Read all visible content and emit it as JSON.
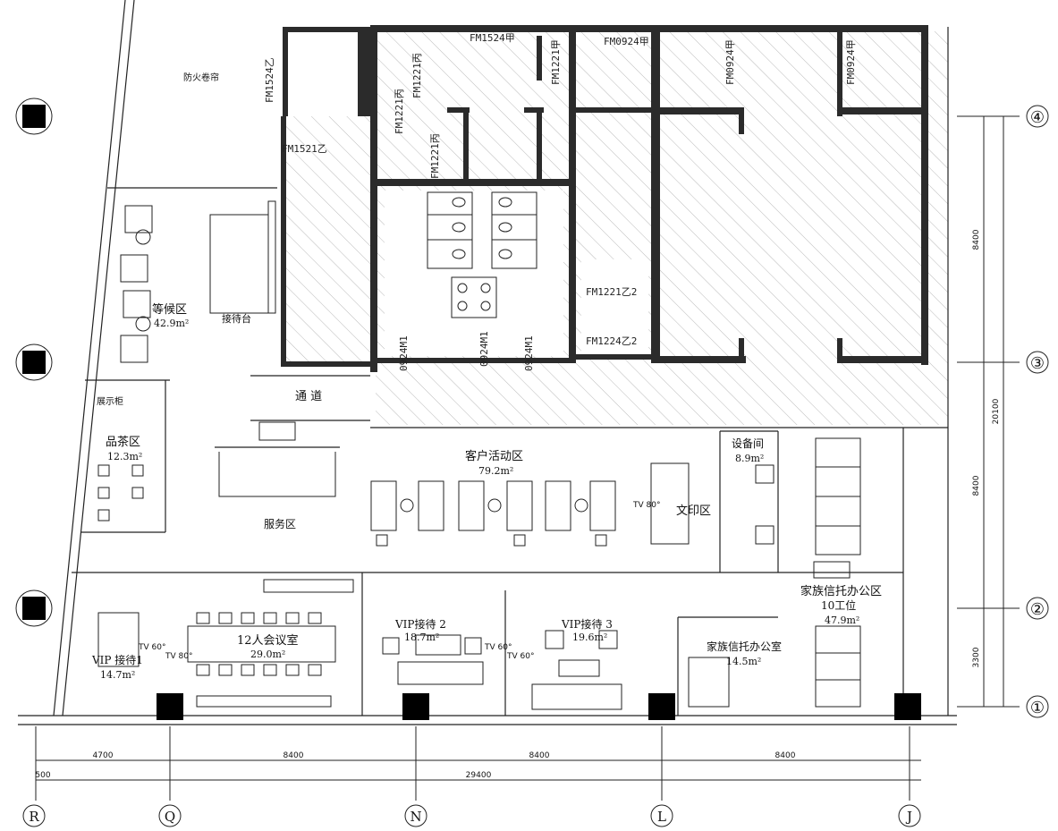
{
  "rooms": {
    "waiting": {
      "name": "等候区",
      "area": "42.9m²"
    },
    "reception": {
      "name": "接待台"
    },
    "fire_shutter": {
      "name": "防火卷帘"
    },
    "display": {
      "name": "展示柜"
    },
    "tea": {
      "name": "品茶区",
      "area": "12.3m²"
    },
    "corridor": {
      "name": "通 道"
    },
    "service": {
      "name": "服务区"
    },
    "activity": {
      "name": "客户活动区",
      "area": "79.2m²"
    },
    "equipment": {
      "name": "设备间",
      "area": "8.9m²"
    },
    "print": {
      "name": "文印区"
    },
    "trust_area": {
      "name": "家族信托办公区",
      "seats": "10工位",
      "area": "47.9m²"
    },
    "vip1": {
      "name": "VIP 接待1",
      "area": "14.7m²"
    },
    "meeting": {
      "name": "12人会议室",
      "area": "29.0m²"
    },
    "vip2": {
      "name": "VIP接待 2",
      "area": "18.7m²"
    },
    "vip3": {
      "name": "VIP接待 3",
      "area": "19.6m²"
    },
    "trust_office": {
      "name": "家族信托办公室",
      "area": "14.5m²"
    }
  },
  "tv_labels": {
    "tv80_print": "TV 80°",
    "tv60_vip1": "TV 60°",
    "tv80_meeting": "TV 80°",
    "tv60_vip2": "TV 60°",
    "tv60_vip3": "TV 60°"
  },
  "doors": {
    "fm1524_a": "FM1524乙",
    "fm1521_a": "FM1521乙",
    "fm1524_top": "FM1524甲",
    "fm0924_top": "FM0924甲",
    "fm1221_a": "FM1221丙",
    "fm1221_b": "FM1221丙",
    "fm1221_c": "FM1221丙",
    "fm1221_d": "FM1221甲",
    "fm0924_b": "FM0924甲",
    "fm0924_c": "FM0924甲",
    "fm1221_e": "FM1221乙2",
    "fm1224_e": "FM1224乙2",
    "m0924_a": "0924M1",
    "m0924_b": "0924M1",
    "m0924_c": "0924M1"
  },
  "dimensions": {
    "bottom_row1": [
      "4700",
      "8400",
      "8400",
      "8400"
    ],
    "bottom_row2": [
      "500",
      "29400"
    ],
    "right": [
      "8400",
      "8400",
      "3300"
    ],
    "right_total": "20100"
  },
  "axes": {
    "bottom": [
      "R",
      "Q",
      "N",
      "L",
      "J"
    ],
    "right": [
      "④",
      "③",
      "②",
      "①"
    ]
  },
  "colors": {
    "wall": "#2b2b2b",
    "line": "#222222",
    "hatch": "#9a9a9a",
    "column": "#000000"
  }
}
